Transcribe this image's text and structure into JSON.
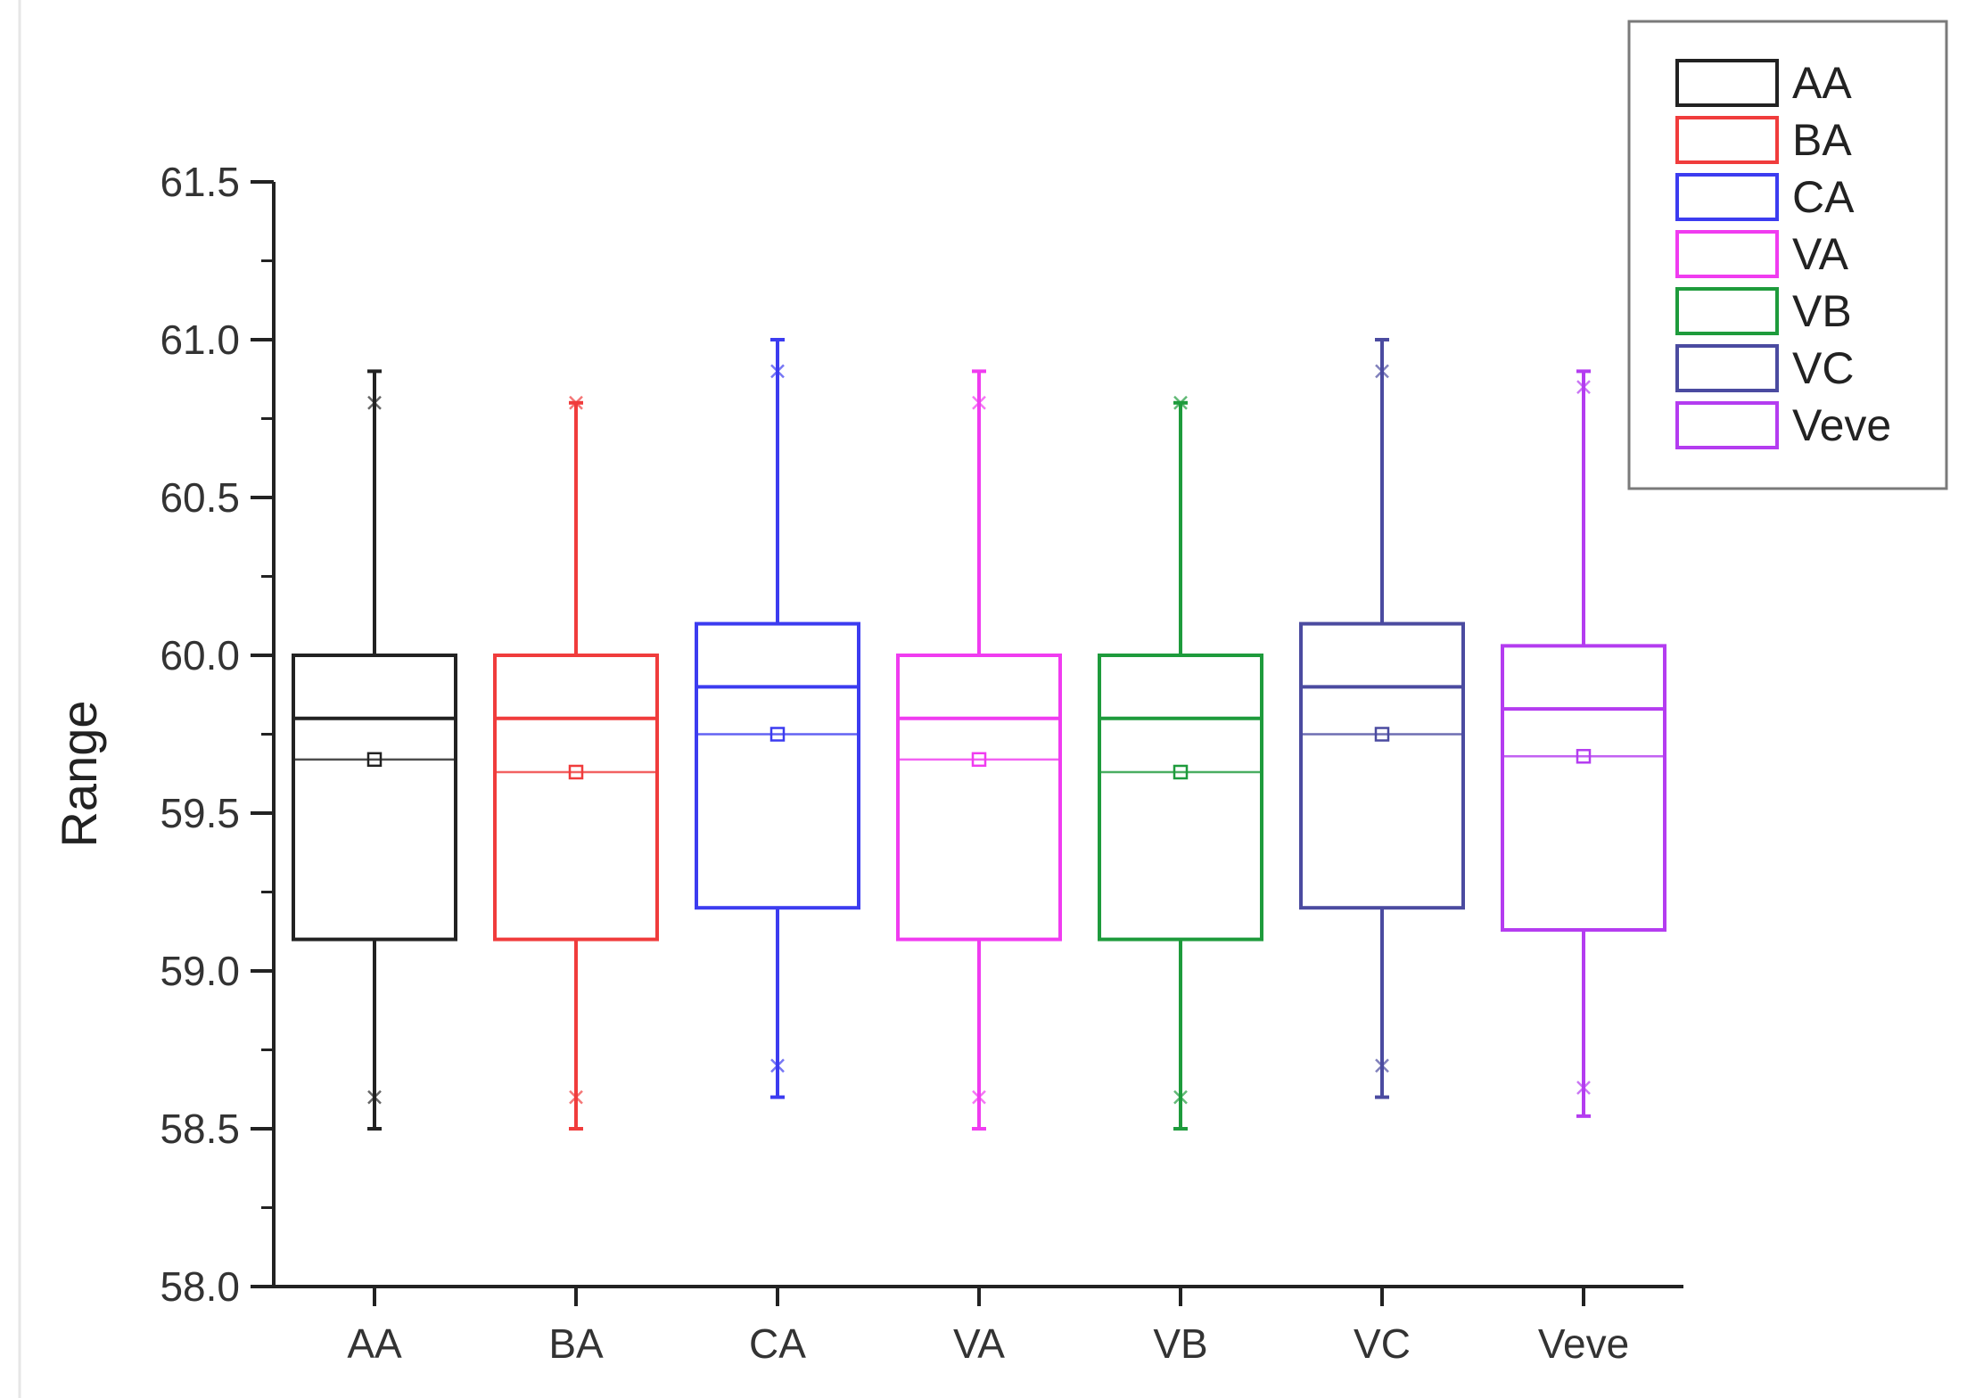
{
  "chart_data": {
    "type": "box",
    "title": "",
    "xlabel": "",
    "ylabel": "Range",
    "ylim": [
      58.0,
      61.5
    ],
    "yticks": [
      "58.0",
      "58.5",
      "59.0",
      "59.5",
      "60.0",
      "60.5",
      "61.0",
      "61.5"
    ],
    "grid": false,
    "legend_position": "top-right",
    "categories": [
      "AA",
      "BA",
      "CA",
      "VA",
      "VB",
      "VC",
      "Veve"
    ],
    "series": [
      {
        "name": "AA",
        "color": "#222222",
        "whisker_low": 58.5,
        "q1": 59.1,
        "median": 59.8,
        "mean": 59.67,
        "q3": 60.0,
        "whisker_high": 60.9,
        "x_low": 58.6,
        "x_high": 60.8
      },
      {
        "name": "BA",
        "color": "#f03c3c",
        "whisker_low": 58.5,
        "q1": 59.1,
        "median": 59.8,
        "mean": 59.63,
        "q3": 60.0,
        "whisker_high": 60.8,
        "x_low": 58.6,
        "x_high": 60.8
      },
      {
        "name": "CA",
        "color": "#3c3cf0",
        "whisker_low": 58.6,
        "q1": 59.2,
        "median": 59.9,
        "mean": 59.75,
        "q3": 60.1,
        "whisker_high": 61.0,
        "x_low": 58.7,
        "x_high": 60.9
      },
      {
        "name": "VA",
        "color": "#f03cf0",
        "whisker_low": 58.5,
        "q1": 59.1,
        "median": 59.8,
        "mean": 59.67,
        "q3": 60.0,
        "whisker_high": 60.9,
        "x_low": 58.6,
        "x_high": 60.8
      },
      {
        "name": "VB",
        "color": "#1e9b3c",
        "whisker_low": 58.5,
        "q1": 59.1,
        "median": 59.8,
        "mean": 59.63,
        "q3": 60.0,
        "whisker_high": 60.8,
        "x_low": 58.6,
        "x_high": 60.8
      },
      {
        "name": "VC",
        "color": "#4b4ba0",
        "whisker_low": 58.6,
        "q1": 59.2,
        "median": 59.9,
        "mean": 59.75,
        "q3": 60.1,
        "whisker_high": 61.0,
        "x_low": 58.7,
        "x_high": 60.9
      },
      {
        "name": "Veve",
        "color": "#b43cf0",
        "whisker_low": 58.54,
        "q1": 59.13,
        "median": 59.83,
        "mean": 59.68,
        "q3": 60.03,
        "whisker_high": 60.9,
        "x_low": 58.63,
        "x_high": 60.85
      }
    ]
  }
}
